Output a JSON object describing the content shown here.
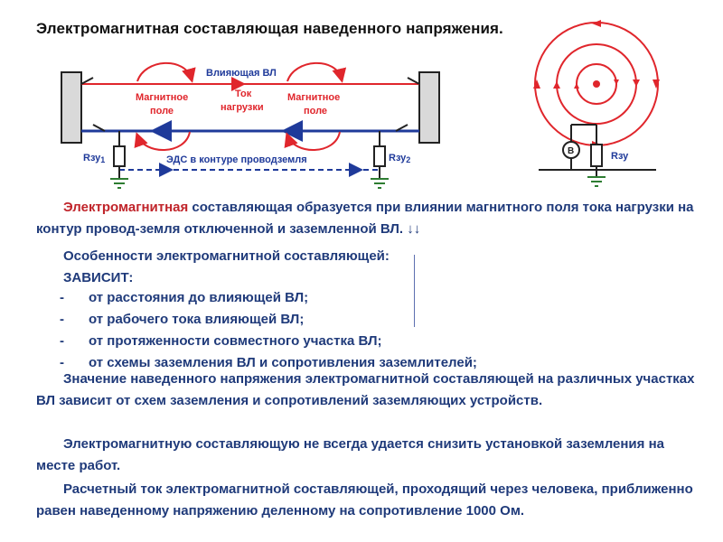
{
  "title": "Электромагнитная составляющая наведенного напряжения.",
  "diagram": {
    "influencing_line": "Влияющая ВЛ",
    "magnetic_field_left_1": "Магнитное",
    "magnetic_field_left_2": "поле",
    "current_1": "Ток",
    "current_2": "нагрузки",
    "magnetic_field_right_1": "Магнитное",
    "magnetic_field_right_2": "поле",
    "rzu1_main": "Rзу",
    "rzu1_sub": "1",
    "rzu2_main": "Rзу",
    "rzu2_sub": "2",
    "emf": "ЭДС в контуре проводземля",
    "voltmeter": "В",
    "rzu": "Rзу"
  },
  "text": {
    "p1_red": "Электромагнитная",
    "p1_rest": " составляющая образуется при влиянии магнитного поля тока нагрузки на контур провод-земля отключенной и заземленной ВЛ. ↓↓",
    "p2_line1": "Особенности электромагнитной составляющей:",
    "p2_line2": "ЗАВИСИТ:",
    "list": [
      "от расстояния до влияющей ВЛ;",
      "от рабочего тока влияющей ВЛ;",
      "от протяженности совместного участка ВЛ;",
      "от схемы заземления ВЛ и сопротивления заземлителей;"
    ],
    "dash": "-",
    "p3": "Значение наведенного напряжения электромагнитной составляющей на различных участках ВЛ зависит от схем заземления и сопротивлений заземляющих устройств.",
    "p4": "Электромагнитную составляющую не всегда удается снизить установкой заземления на месте работ.",
    "p5": "Расчетный ток электромагнитной составляющей, проходящий через человека, приближенно равен наведенному напряжению деленному на сопротивление 1000 Ом."
  },
  "colors": {
    "red": "#e0262c",
    "blue": "#1f3a9a",
    "text_blue": "#1f3a7a",
    "green": "#2e7d32",
    "box_grey": "#d9d9d9"
  }
}
